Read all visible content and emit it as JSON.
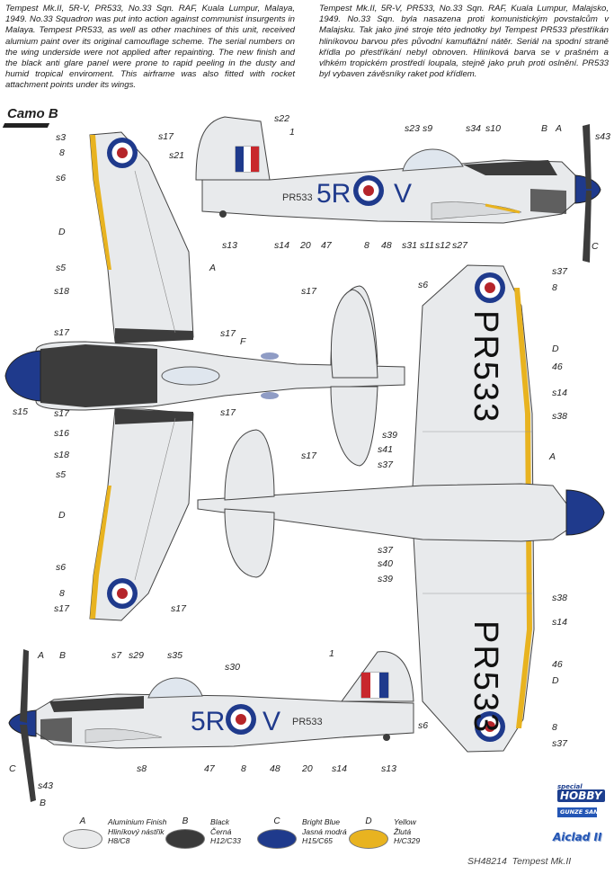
{
  "header": {
    "text_en": "Tempest Mk.II, 5R-V, PR533, No.33 Sqn. RAF, Kuala Lumpur, Malaya, 1949. No.33 Squadron was put into action against communist insurgents in Malaya. Tempest PR533, as well as other machines of this unit, received alumium paint over its original camouflage scheme. The serial numbers on the wing underside were not applied after repainting. The new finish and the black anti glare panel were prone to rapid peeling in the dusty and humid tropical enviroment. This airframe was also fitted with rocket attachment points under its wings.",
    "text_cz": "Tempest Mk.II, 5R-V, PR533, No.33 Sqn. RAF, Kuala Lumpur, Malajsko, 1949. No.33 Sqn. byla nasazena proti komunistickým povstalcům v Malajsku. Tak jako jiné stroje této jednotky byl Tempest PR533 přestříkán hliníkovou barvou přes původní kamufláž­ní nátěr. Seriál na spodní straně křídla po přestříkání nebyl obnoven. Hliníková barva se v prašném a vlhkém tropickém prostředí loupala, stejně jako pruh proti oslnění. PR533 byl vybaven závěsníky raket pod křídlem."
  },
  "scheme_title": "Camo B",
  "markings": {
    "code": "5R",
    "individual_letter": "V",
    "serial": "PR533"
  },
  "colors": {
    "aluminium": "#e8eaec",
    "black": "#3c3c3c",
    "bright_blue": "#1f3a8c",
    "yellow": "#e8b320",
    "roundel_red": "#b5252a",
    "fin_red": "#c8282d",
    "outline": "#444444"
  },
  "callouts": {
    "top_view_left": [
      "s3",
      "8",
      "s6",
      "D",
      "s5",
      "s18",
      "s17",
      "s15",
      "s17",
      "s16",
      "s18",
      "s5",
      "D",
      "s6",
      "8",
      "s17"
    ],
    "top_view_right": [
      "s17",
      "A",
      "s17",
      "F",
      "s17",
      "s17"
    ],
    "side_view_top": [
      "s22",
      "1",
      "s21",
      "s23",
      "s9",
      "s34",
      "s10",
      "B",
      "A",
      "s43",
      "C",
      "s13",
      "s14",
      "20",
      "47",
      "8",
      "48",
      "s31",
      "s11",
      "s12",
      "s27"
    ],
    "tailplane": [
      "s17",
      "s17"
    ],
    "bottom_view_right": [
      "s6",
      "s37",
      "8",
      "D",
      "46",
      "s14",
      "s38",
      "s39",
      "s41",
      "s37",
      "A",
      "s37",
      "s40",
      "s39",
      "s38",
      "s14",
      "46",
      "D",
      "s6",
      "8",
      "s37"
    ],
    "side_view_bottom": [
      "A",
      "B",
      "s7",
      "s29",
      "s35",
      "s30",
      "1",
      "C",
      "s43",
      "B",
      "s8",
      "47",
      "8",
      "48",
      "20",
      "s14",
      "s13"
    ]
  },
  "legend": [
    {
      "letter": "A",
      "name_en": "Aluminium Finish",
      "name_cz": "Hliníkový nástřik",
      "code": "H8/C8",
      "color": "#e9eaeb"
    },
    {
      "letter": "B",
      "name_en": "Black",
      "name_cz": "Černá",
      "code": "H12/C33",
      "color": "#3a3a3a"
    },
    {
      "letter": "C",
      "name_en": "Bright Blue",
      "name_cz": "Jasná modrá",
      "code": "H15/C65",
      "color": "#1f3a8c"
    },
    {
      "letter": "D",
      "name_en": "Yellow",
      "name_cz": "Žlutá",
      "code": "H/C329",
      "color": "#e8b320"
    }
  ],
  "footer": {
    "product_code": "SH48214",
    "product_name": "Tempest Mk.II"
  },
  "brands": {
    "special": "special",
    "hobby": "HOBBY",
    "gunze": "GUNZE SANGYO",
    "aiclad": "Aiclad II"
  }
}
